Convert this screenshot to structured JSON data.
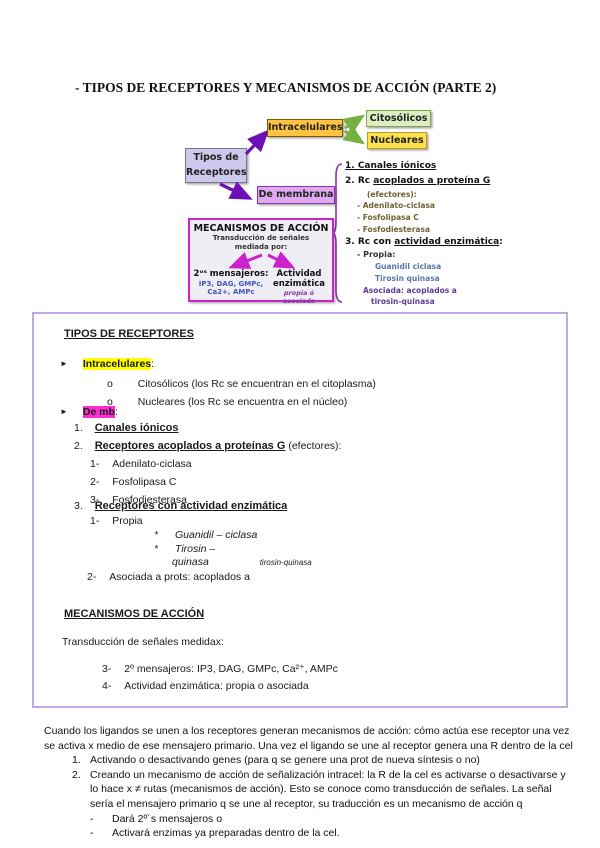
{
  "title": "- TIPOS DE RECEPTORES Y MECANISMOS DE ACCIÓN (PARTE 2)",
  "markers": {
    "arrow": "►",
    "circle": "o",
    "star": "*",
    "dash": "-"
  },
  "colors": {
    "accent_purple": "#6d0fb5",
    "magenta": "#cc22cc",
    "green_arrow": "#76b043",
    "yellow_highlight": "#ffff00",
    "magenta_highlight": "#ff2cd3",
    "panel_border": "#c0a9e0",
    "box_tipos": "#cdc9ec",
    "box_intracelulares": "#ffc33f",
    "box_citosolicos": "#dcedc2",
    "box_nucleares": "#ffe14d",
    "box_membrana": "#dfa9ee"
  },
  "diagram": {
    "tipos_line1": "Tipos de",
    "tipos_line2": "Receptores",
    "intracelulares": "Intracelulares",
    "citosolicos": "Citosólicos",
    "nucleares": "Nucleares",
    "de_membrana": "De membrana",
    "list": {
      "i1": "1. Canales iónicos",
      "i2_prefix": "2. Rc",
      "i2_text": "acoplados a proteína G",
      "efectores": "(efectores):",
      "adenilato": "- Adenilato-ciclasa",
      "fosfolipasa": "- Fosfolipasa C",
      "fosfodiesterasa": "- Fosfodiesterasa",
      "i3_prefix": "3. Rc con",
      "i3_text": "actividad enzimática",
      "i3_suffix": ":",
      "propia": "- Propia:",
      "guanidil": "Guanidil ciclasa",
      "tirosin": "Tirosin quinasa",
      "asociada": "Asociada: acoplados a",
      "tirosin_quinasa": "tirosin-quinasa"
    },
    "mecanismos": {
      "title": "MECANISMOS DE ACCIÓN",
      "sub1": "Transducción de señales",
      "sub2": "mediada por:",
      "left_title": "2ᵒˢ mensajeros:",
      "left_line1": "IP3, DAG, GMPc,",
      "left_line2": "Ca2+, AMPc",
      "right_line1": "Actividad",
      "right_line2": "enzimática",
      "right_sub": "propia ó asociada"
    }
  },
  "notes": {
    "heading": "TIPOS DE RECEPTORES",
    "intracelulares_label": "Intracelulares",
    "colon": ":",
    "citosolicos": "Citosólicos (los Rc se encuentran en el citoplasma)",
    "nucleares": "Nucleares (los Rc se encuentra en el núcleo)",
    "de_mb_label": "De mb",
    "canales_num": "1.",
    "canales": "Canales iónicos",
    "receptores_g_num": "2.",
    "receptores_g": "Receptores acoplados a proteínas G",
    "receptores_g_suffix": "(efectores):",
    "adenilato_num": "1-",
    "adenilato": "Adenilato-ciclasa",
    "fosfolipasa_num": "2-",
    "fosfolipasa": "Fosfolipasa C",
    "fosfodiesterasa_num": "3-",
    "fosfodiesterasa": "Fosfodiesterasa",
    "receptores_enz_num": "3.",
    "receptores_enz": "Receptores con actividad enzimática",
    "propia_num": "1-",
    "propia": "Propia",
    "guanidil": "Guanidil – ciclasa",
    "tirosin": "Tirosin –",
    "quinasa": "quinasa",
    "quinasa_note": "tirosin-quinasa",
    "asociada_num": "2-",
    "asociada": "Asociada a prots: acoplados a",
    "mecanismos_heading": "MECANISMOS DE ACCIÓN",
    "transduccion": "Transducción de señales medidax:",
    "mensajeros_num": "3-",
    "mensajeros": "2º mensajeros: IP3, DAG, GMPc, Ca²⁺, AMPc",
    "actividad_num": "4-",
    "actividad": "Actividad enzimática: propia o asociada"
  },
  "footer": {
    "para1": "Cuando los ligandos se unen a los receptores generan mecanismos de acción: cómo actúa ese receptor una vez se activa x medio de ese mensajero primario. Una vez el ligando se une al receptor genera una R dentro de la cel",
    "item1_num": "1.",
    "item1": "Activando o desactivando genes (para q se genere una prot de nueva síntesis o no)",
    "item2_num": "2.",
    "item2": "Creando un mecanismo de acción de señalización intracel: la R de la cel es activarse o desactivarse y lo hace x ≠ rutas (mecanismos de acción). Esto se conoce como transducción de señales. La señal sería el mensajero primario q se une al receptor, su traducción es un mecanismo de acción q",
    "dash1": "Dará 2º´s mensajeros o",
    "dash2": "Activará enzimas ya preparadas dentro de la cel."
  }
}
